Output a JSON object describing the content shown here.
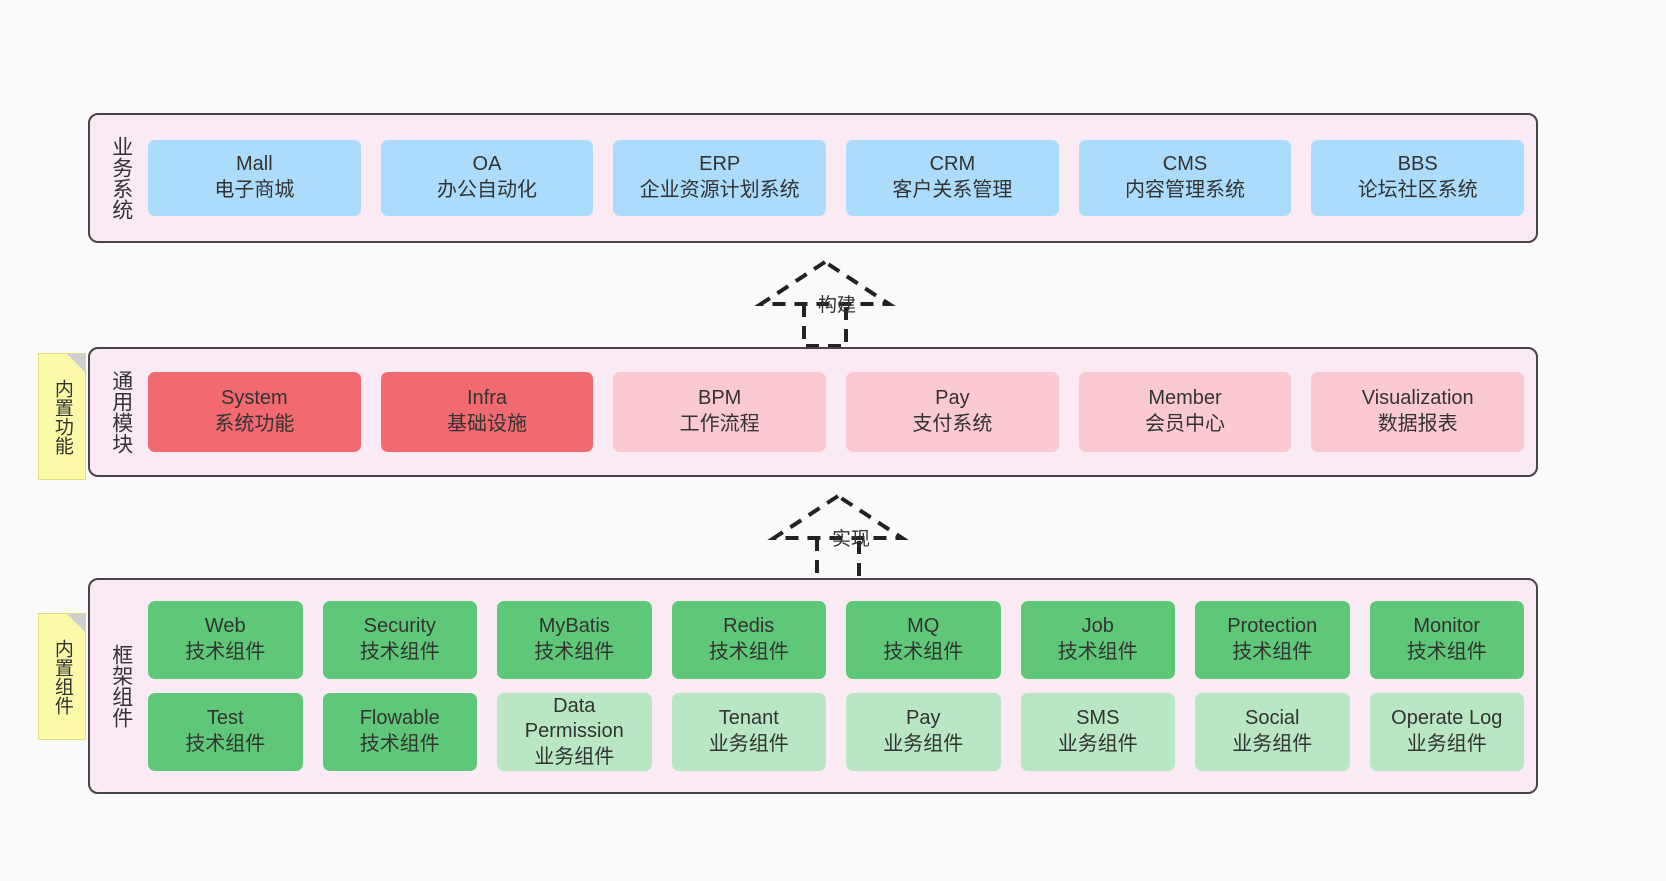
{
  "diagram": {
    "background": "#fafafa",
    "colors": {
      "layer_bg": "#f9eaf4",
      "layer_border": "#4a424a",
      "business_card": "#abdcfb",
      "module_primary": "#f26a70",
      "module_secondary": "#fbc9d1",
      "tech_component": "#5ec878",
      "business_component": "#b9e6c3",
      "sticky_note": "#fcf9a8",
      "text": "#333333"
    }
  },
  "layers": [
    {
      "id": "business-systems",
      "title": "业务系统",
      "rows": [
        {
          "cards": [
            {
              "name": "Mall",
              "desc": "电子商城"
            },
            {
              "name": "OA",
              "desc": "办公自动化"
            },
            {
              "name": "ERP",
              "desc": "企业资源计划系统"
            },
            {
              "name": "CRM",
              "desc": "客户关系管理"
            },
            {
              "name": "CMS",
              "desc": "内容管理系统"
            },
            {
              "name": "BBS",
              "desc": "论坛社区系统"
            }
          ]
        }
      ]
    },
    {
      "id": "common-modules",
      "title": "通用模块",
      "note": "内置功能",
      "rows": [
        {
          "cards": [
            {
              "name": "System",
              "desc": "系统功能"
            },
            {
              "name": "Infra",
              "desc": "基础设施"
            },
            {
              "name": "BPM",
              "desc": "工作流程"
            },
            {
              "name": "Pay",
              "desc": "支付系统"
            },
            {
              "name": "Member",
              "desc": "会员中心"
            },
            {
              "name": "Visualization",
              "desc": "数据报表"
            }
          ]
        }
      ]
    },
    {
      "id": "framework-components",
      "title": "框架组件",
      "note": "内置组件",
      "rows": [
        {
          "cards": [
            {
              "name": "Web",
              "desc": "技术组件"
            },
            {
              "name": "Security",
              "desc": "技术组件"
            },
            {
              "name": "MyBatis",
              "desc": "技术组件"
            },
            {
              "name": "Redis",
              "desc": "技术组件"
            },
            {
              "name": "MQ",
              "desc": "技术组件"
            },
            {
              "name": "Job",
              "desc": "技术组件"
            },
            {
              "name": "Protection",
              "desc": "技术组件"
            },
            {
              "name": "Monitor",
              "desc": "技术组件"
            }
          ]
        },
        {
          "cards": [
            {
              "name": "Test",
              "desc": "技术组件"
            },
            {
              "name": "Flowable",
              "desc": "技术组件"
            },
            {
              "name": "Data Permission",
              "desc": "业务组件"
            },
            {
              "name": "Tenant",
              "desc": "业务组件"
            },
            {
              "name": "Pay",
              "desc": "业务组件"
            },
            {
              "name": "SMS",
              "desc": "业务组件"
            },
            {
              "name": "Social",
              "desc": "业务组件"
            },
            {
              "name": "Operate Log",
              "desc": "业务组件"
            }
          ]
        }
      ]
    }
  ],
  "connectors": [
    {
      "id": "build",
      "label": "构建",
      "from": "common-modules",
      "to": "business-systems"
    },
    {
      "id": "implement",
      "label": "实现",
      "from": "framework-components",
      "to": "common-modules"
    }
  ]
}
